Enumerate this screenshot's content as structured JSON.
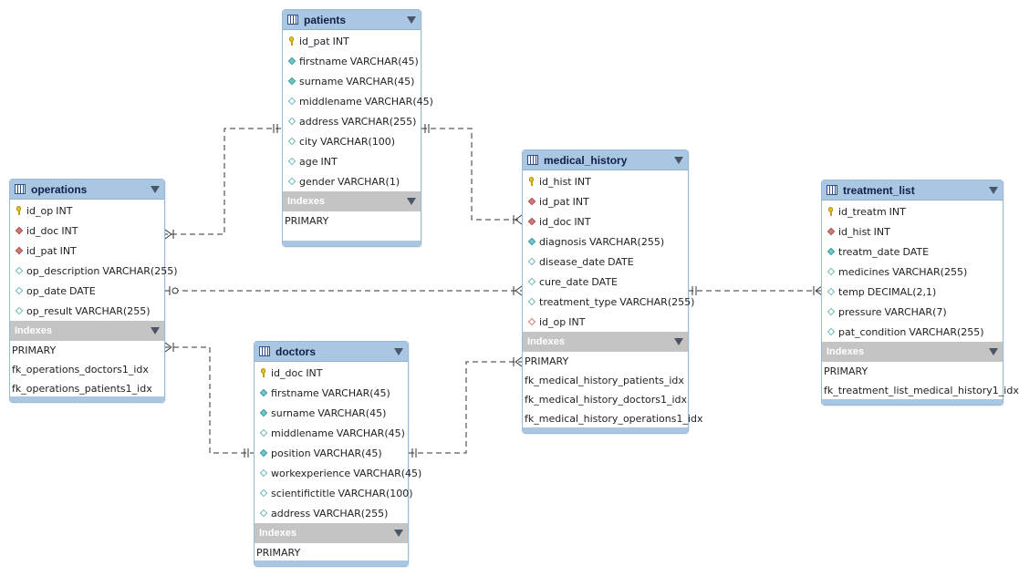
{
  "tables": {
    "patients": {
      "name": "patients",
      "columns": [
        {
          "icon": "key-icon",
          "name": "id_pat",
          "type": "INT"
        },
        {
          "icon": "filled-diamond-icon",
          "name": "firstname",
          "type": "VARCHAR(45)"
        },
        {
          "icon": "filled-diamond-icon",
          "name": "surname",
          "type": "VARCHAR(45)"
        },
        {
          "icon": "open-diamond-icon",
          "name": "middlename",
          "type": "VARCHAR(45)"
        },
        {
          "icon": "open-diamond-icon",
          "name": "address",
          "type": "VARCHAR(255)"
        },
        {
          "icon": "open-diamond-icon",
          "name": "city",
          "type": "VARCHAR(100)"
        },
        {
          "icon": "open-diamond-icon",
          "name": "age",
          "type": "INT"
        },
        {
          "icon": "open-diamond-icon",
          "name": "gender",
          "type": "VARCHAR(1)"
        }
      ],
      "indexes_label": "Indexes",
      "indexes": [
        "PRIMARY"
      ]
    },
    "operations": {
      "name": "operations",
      "columns": [
        {
          "icon": "key-icon",
          "name": "id_op",
          "type": "INT"
        },
        {
          "icon": "foreign-key-diamond-icon",
          "name": "id_doc",
          "type": "INT"
        },
        {
          "icon": "foreign-key-diamond-icon",
          "name": "id_pat",
          "type": "INT"
        },
        {
          "icon": "open-diamond-icon",
          "name": "op_description",
          "type": "VARCHAR(255)"
        },
        {
          "icon": "open-diamond-icon",
          "name": "op_date",
          "type": "DATE"
        },
        {
          "icon": "open-diamond-icon",
          "name": "op_result",
          "type": "VARCHAR(255)"
        }
      ],
      "indexes_label": "Indexes",
      "indexes": [
        "PRIMARY",
        "fk_operations_doctors1_idx",
        "fk_operations_patients1_idx"
      ]
    },
    "doctors": {
      "name": "doctors",
      "columns": [
        {
          "icon": "key-icon",
          "name": "id_doc",
          "type": "INT"
        },
        {
          "icon": "filled-diamond-icon",
          "name": "firstname",
          "type": "VARCHAR(45)"
        },
        {
          "icon": "filled-diamond-icon",
          "name": "surname",
          "type": "VARCHAR(45)"
        },
        {
          "icon": "open-diamond-icon",
          "name": "middlename",
          "type": "VARCHAR(45)"
        },
        {
          "icon": "filled-diamond-icon",
          "name": "position",
          "type": "VARCHAR(45)"
        },
        {
          "icon": "open-diamond-icon",
          "name": "workexperience",
          "type": "VARCHAR(45)"
        },
        {
          "icon": "open-diamond-icon",
          "name": "scientifictitle",
          "type": "VARCHAR(100)"
        },
        {
          "icon": "open-diamond-icon",
          "name": "address",
          "type": "VARCHAR(255)"
        }
      ],
      "indexes_label": "Indexes",
      "indexes": [
        "PRIMARY"
      ]
    },
    "medical_history": {
      "name": "medical_history",
      "columns": [
        {
          "icon": "key-icon",
          "name": "id_hist",
          "type": "INT"
        },
        {
          "icon": "foreign-key-diamond-icon",
          "name": "id_pat",
          "type": "INT"
        },
        {
          "icon": "foreign-key-diamond-icon",
          "name": "id_doc",
          "type": "INT"
        },
        {
          "icon": "filled-diamond-icon",
          "name": "diagnosis",
          "type": "VARCHAR(255)"
        },
        {
          "icon": "open-diamond-icon",
          "name": "disease_date",
          "type": "DATE"
        },
        {
          "icon": "open-diamond-icon",
          "name": "cure_date",
          "type": "DATE"
        },
        {
          "icon": "open-diamond-icon",
          "name": "treatment_type",
          "type": "VARCHAR(255)"
        },
        {
          "icon": "open-foreign-key-diamond-icon",
          "name": "id_op",
          "type": "INT"
        }
      ],
      "indexes_label": "Indexes",
      "indexes": [
        "PRIMARY",
        "fk_medical_history_patients_idx",
        "fk_medical_history_doctors1_idx",
        "fk_medical_history_operations1_idx"
      ]
    },
    "treatment_list": {
      "name": "treatment_list",
      "columns": [
        {
          "icon": "key-icon",
          "name": "id_treatm",
          "type": "INT"
        },
        {
          "icon": "foreign-key-diamond-icon",
          "name": "id_hist",
          "type": "INT"
        },
        {
          "icon": "filled-diamond-icon",
          "name": "treatm_date",
          "type": "DATE"
        },
        {
          "icon": "open-diamond-icon",
          "name": "medicines",
          "type": "VARCHAR(255)"
        },
        {
          "icon": "open-diamond-icon",
          "name": "temp",
          "type": "DECIMAL(2,1)"
        },
        {
          "icon": "open-diamond-icon",
          "name": "pressure",
          "type": "VARCHAR(7)"
        },
        {
          "icon": "open-diamond-icon",
          "name": "pat_condition",
          "type": "VARCHAR(255)"
        }
      ],
      "indexes_label": "Indexes",
      "indexes": [
        "PRIMARY",
        "fk_treatment_list_medical_history1_idx"
      ]
    }
  },
  "colors": {
    "header": "#a9c6e2",
    "header_border": "#9bbad8",
    "indexes_header": "#c4c4c4",
    "connector": "#333333",
    "primary_key": "#e3c026",
    "foreign_key": "#d07a7a",
    "not_null": "#73c9c9"
  }
}
